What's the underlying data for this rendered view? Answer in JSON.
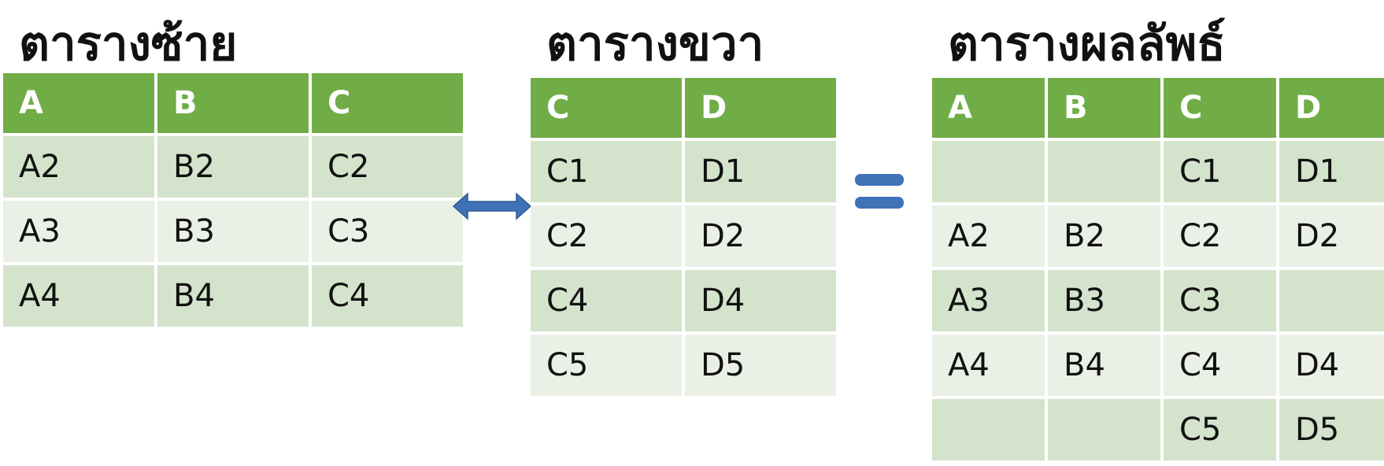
{
  "left_table": {
    "title": "ตารางซ้าย",
    "headers": [
      "A",
      "B",
      "C"
    ],
    "rows": [
      [
        "A2",
        "B2",
        "C2"
      ],
      [
        "A3",
        "B3",
        "C3"
      ],
      [
        "A4",
        "B4",
        "C4"
      ]
    ]
  },
  "right_table": {
    "title": "ตารางขวา",
    "headers": [
      "C",
      "D"
    ],
    "rows": [
      [
        "C1",
        "D1"
      ],
      [
        "C2",
        "D2"
      ],
      [
        "C4",
        "D4"
      ],
      [
        "C5",
        "D5"
      ]
    ]
  },
  "result_table": {
    "title": "ตารางผลลัพธ์",
    "headers": [
      "A",
      "B",
      "C",
      "D"
    ],
    "rows": [
      [
        "",
        "",
        "C1",
        "D1"
      ],
      [
        "A2",
        "B2",
        "C2",
        "D2"
      ],
      [
        "A3",
        "B3",
        "C3",
        ""
      ],
      [
        "A4",
        "B4",
        "C4",
        "D4"
      ],
      [
        "",
        "",
        "C5",
        "D5"
      ]
    ]
  },
  "colors": {
    "header": "#70ad47",
    "row_dark": "#d4e3cc",
    "row_light": "#eaf0e6",
    "connector": "#3f72b6"
  },
  "icons": {
    "join": "double-arrow-icon",
    "equals": "equals-icon"
  }
}
